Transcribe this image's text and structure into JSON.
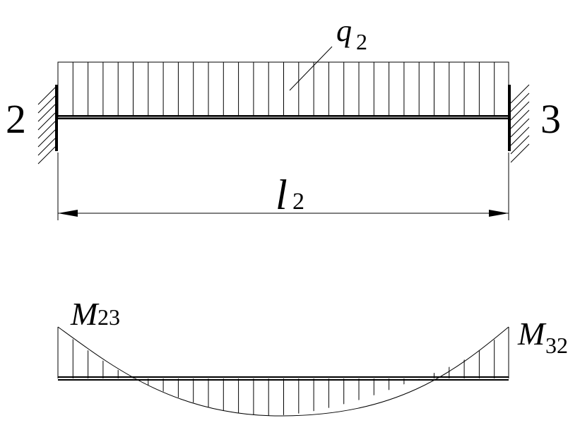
{
  "labels": {
    "left_support": "2",
    "right_support": "3",
    "load_symbol": "q",
    "load_subscript": "2",
    "span_symbol": "l",
    "span_subscript": "2",
    "moment_left_symbol": "M",
    "moment_left_subscript": "23",
    "moment_right_symbol": "M",
    "moment_right_subscript": "32"
  },
  "colors": {
    "ink": "#000000",
    "background": "#ffffff"
  }
}
